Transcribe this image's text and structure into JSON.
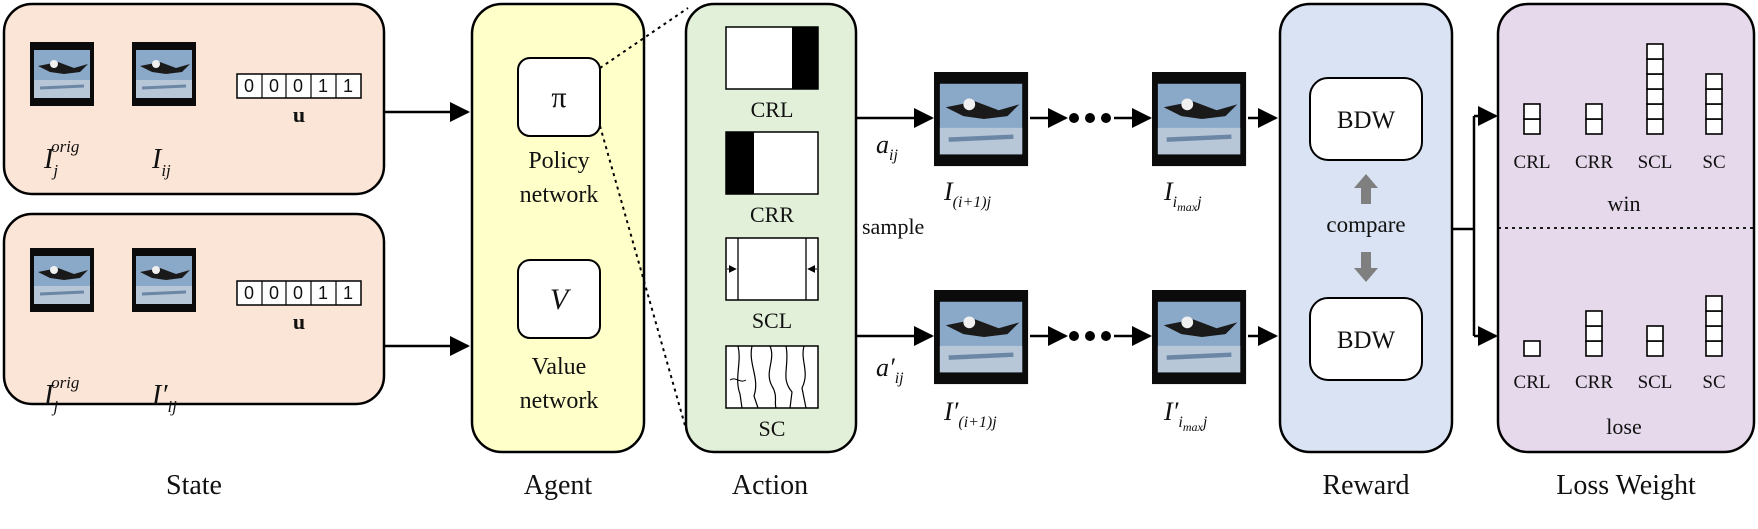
{
  "state": {
    "title": "State",
    "top": {
      "img1_label": "I",
      "img1_sub": "j",
      "img1_sup": "orig",
      "img2_label": "I",
      "img2_sub": "ij",
      "vector": [
        "0",
        "0",
        "0",
        "1",
        "1"
      ],
      "vector_label": "u"
    },
    "bottom": {
      "img1_label": "I",
      "img1_sub": "j",
      "img1_sup": "orig",
      "img2_label": "I′",
      "img2_sub": "ij",
      "vector": [
        "0",
        "0",
        "0",
        "1",
        "1"
      ],
      "vector_label": "u"
    }
  },
  "agent": {
    "title": "Agent",
    "policy_symbol": "π",
    "policy_line1": "Policy",
    "policy_line2": "network",
    "value_symbol": "V",
    "value_line1": "Value",
    "value_line2": "network"
  },
  "action": {
    "title": "Action",
    "items": [
      "CRL",
      "CRR",
      "SCL",
      "SC"
    ],
    "sample_label": "sample"
  },
  "trajectory": {
    "top_action": "a",
    "top_action_sub": "ij",
    "bottom_action": "a′",
    "bottom_action_sub": "ij",
    "top_next": "I",
    "top_next_sub": "(i+1)j",
    "top_last": "I",
    "top_last_sub": "i",
    "top_last_subsub": "max",
    "top_last_tail": "j",
    "bottom_next": "I′",
    "bottom_next_sub": "(i+1)j",
    "bottom_last": "I′",
    "bottom_last_sub": "i",
    "bottom_last_subsub": "max",
    "bottom_last_tail": "j"
  },
  "reward": {
    "title": "Reward",
    "top_box": "BDW",
    "bottom_box": "BDW",
    "compare_label": "compare"
  },
  "loss": {
    "title": "Loss Weight",
    "win_label": "win",
    "lose_label": "lose",
    "win": [
      {
        "name": "CRL",
        "value": 2
      },
      {
        "name": "CRR",
        "value": 2
      },
      {
        "name": "SCL",
        "value": 6
      },
      {
        "name": "SC",
        "value": 4
      }
    ],
    "lose": [
      {
        "name": "CRL",
        "value": 1
      },
      {
        "name": "CRR",
        "value": 3
      },
      {
        "name": "SCL",
        "value": 2
      },
      {
        "name": "SC",
        "value": 4
      }
    ]
  },
  "colors": {
    "state_bg": "#fbe5d6",
    "agent_bg": "#ffffc9",
    "action_bg": "#e2f0d9",
    "reward_bg": "#dae3f3",
    "loss_bg": "#e6d9ec"
  }
}
